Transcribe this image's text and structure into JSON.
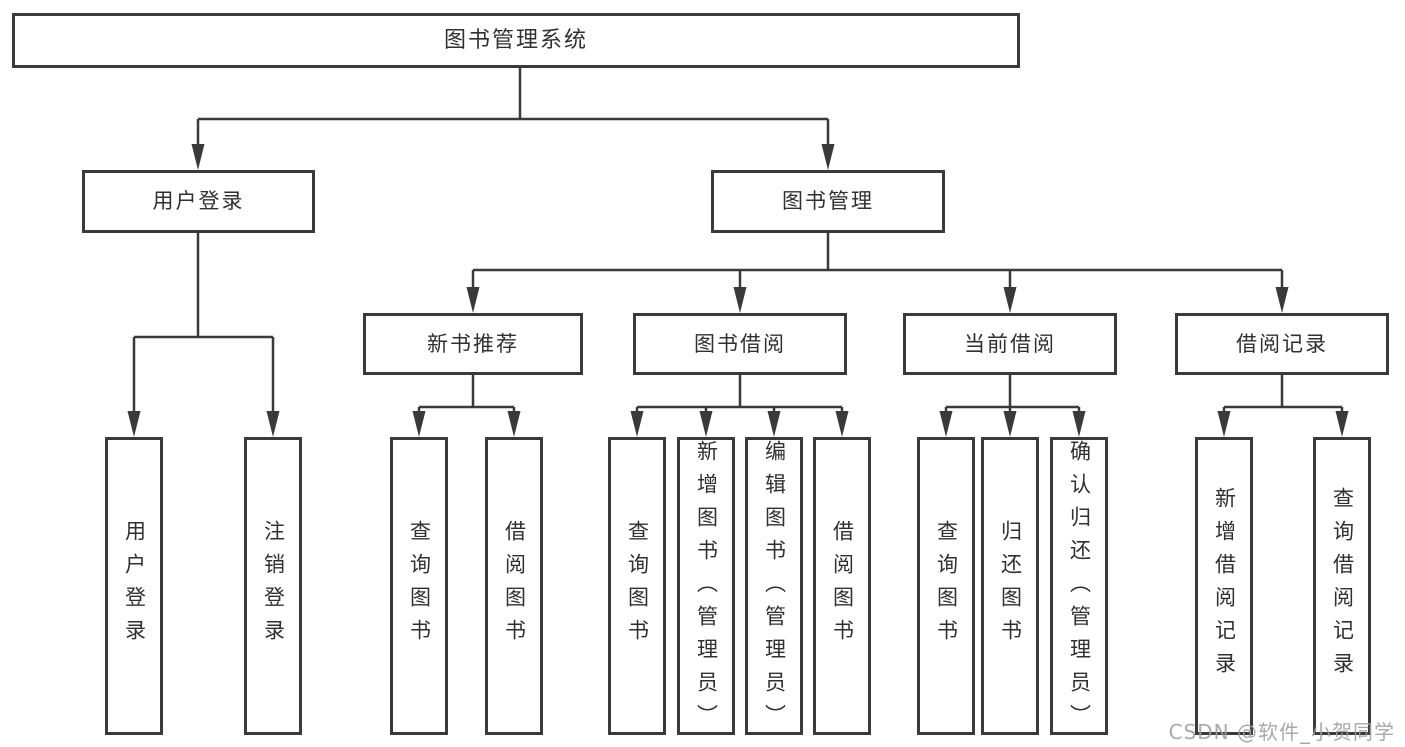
{
  "title": "图书管理系统",
  "tree": {
    "label": "图书管理系统",
    "children": [
      {
        "label": "用户登录",
        "children": [
          {
            "label": "用户登录"
          },
          {
            "label": "注销登录"
          }
        ]
      },
      {
        "label": "图书管理",
        "children": [
          {
            "label": "新书推荐",
            "children": [
              {
                "label": "查询图书"
              },
              {
                "label": "借阅图书"
              }
            ]
          },
          {
            "label": "图书借阅",
            "children": [
              {
                "label": "查询图书"
              },
              {
                "label": "新增图书（管理员）"
              },
              {
                "label": "编辑图书（管理员）"
              },
              {
                "label": "借阅图书"
              }
            ]
          },
          {
            "label": "当前借阅",
            "children": [
              {
                "label": "查询图书"
              },
              {
                "label": "归还图书"
              },
              {
                "label": "确认归还（管理员）"
              }
            ]
          },
          {
            "label": "借阅记录",
            "children": [
              {
                "label": "新增借阅记录"
              },
              {
                "label": "查询借阅记录"
              }
            ]
          }
        ]
      }
    ]
  },
  "watermark": "CSDN @软件_小贺同学",
  "colors": {
    "line": "#3a3a3a",
    "text": "#303030",
    "watermark": "#a0a0a0",
    "background": "#ffffff"
  }
}
